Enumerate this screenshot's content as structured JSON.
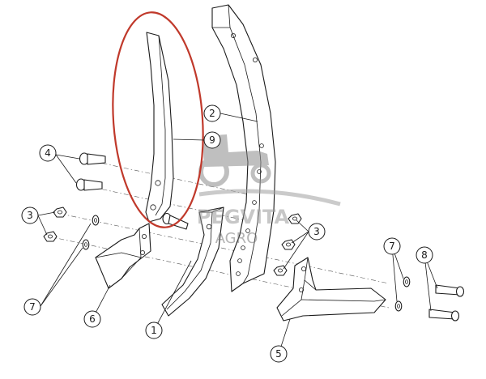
{
  "callouts": {
    "c1": "1",
    "c2": "2",
    "c3a": "3",
    "c3b": "3",
    "c4": "4",
    "c5": "5",
    "c6": "6",
    "c7a": "7",
    "c7b": "7",
    "c8": "8",
    "c9": "9"
  },
  "watermark": {
    "brand": "PEGVITA",
    "sub": "AGRO",
    "icon": "tractor-icon"
  },
  "highlight": {
    "color": "#c0392b"
  }
}
